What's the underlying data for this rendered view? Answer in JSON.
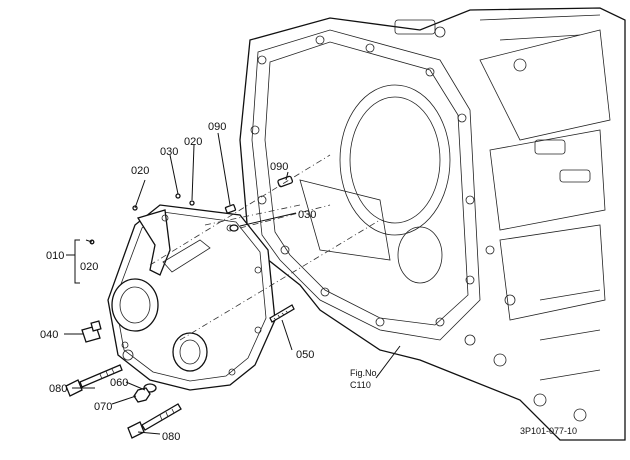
{
  "callouts": {
    "c010": "010",
    "c020_bracket": "020",
    "c020_a": "020",
    "c020_b": "020",
    "c030_a": "030",
    "c030_b": "030",
    "c040": "040",
    "c050": "050",
    "c060": "060",
    "c070": "070",
    "c080_a": "080",
    "c080_b": "080",
    "c090_a": "090",
    "c090_b": "090"
  },
  "fig_ref": {
    "line1": "Fig.No.",
    "line2": "C110"
  },
  "drawing_code": "3P101-077-10"
}
